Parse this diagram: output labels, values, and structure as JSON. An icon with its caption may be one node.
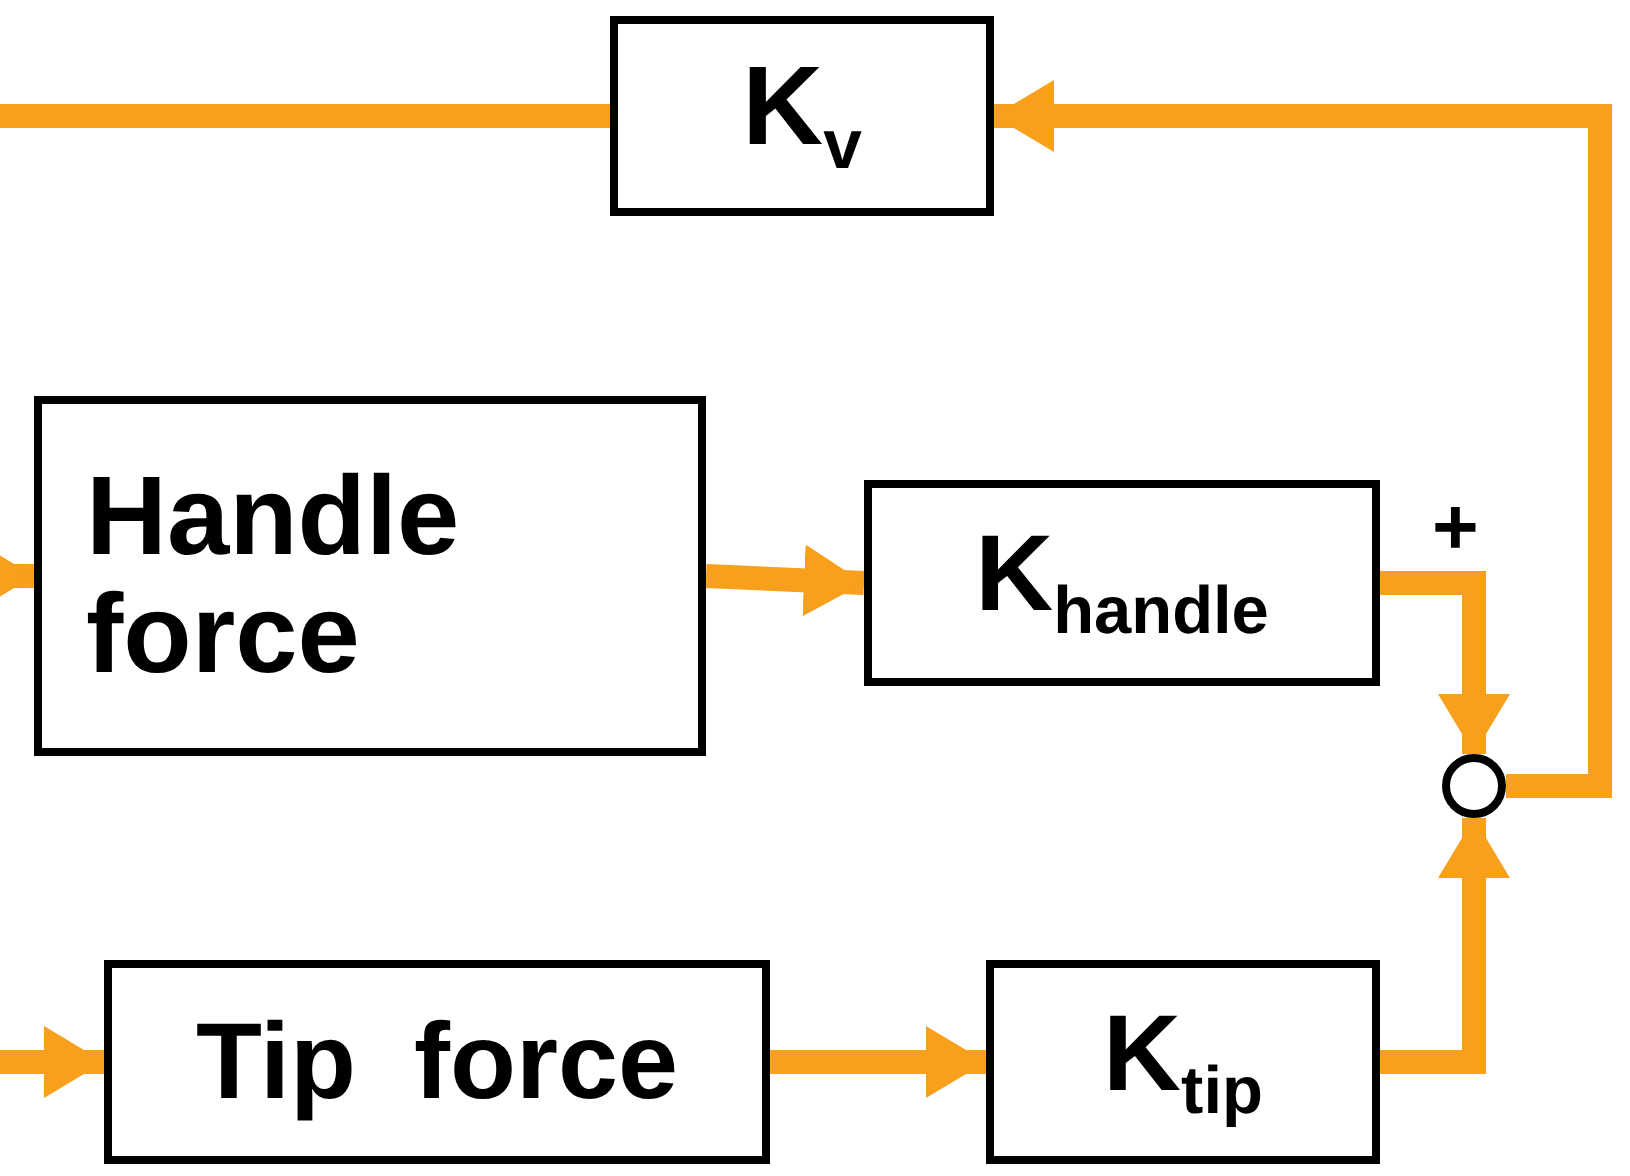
{
  "diagram": {
    "nodes": [
      {
        "text": [
          "K$_{v}$"
        ]
      },
      {
        "text": [
          "Handle force"
        ]
      },
      {
        "text": [
          "K$_{handle}$"
        ]
      },
      {
        "text": [],
        "shape": "circle"
      },
      {
        "text": [
          "Tip force"
        ]
      },
      {
        "text": [
          "K$_{tip}$"
        ]
      }
    ],
    "edges": [
      {
        "from": 0,
        "to": null,
        "arrow": "none"
      },
      {
        "from": null,
        "to": 1,
        "arrow": "to"
      },
      {
        "from": 1,
        "to": 2,
        "arrow": "to"
      },
      {
        "from": 2,
        "to": 3,
        "arrow": "to",
        "label": "+"
      },
      {
        "from": null,
        "to": 4,
        "arrow": "to"
      },
      {
        "from": 4,
        "to": 5,
        "arrow": "to"
      },
      {
        "from": 5,
        "to": 3,
        "arrow": "to"
      },
      {
        "from": 3,
        "to": 0,
        "arrow": "to"
      }
    ]
  }
}
